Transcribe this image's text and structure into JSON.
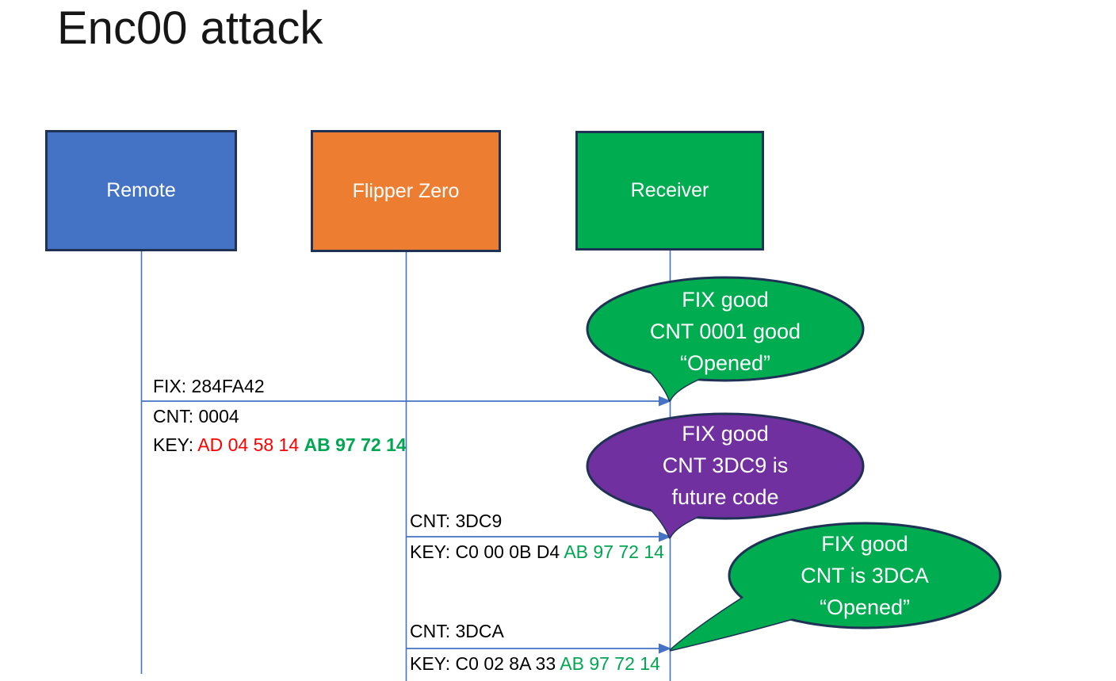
{
  "title": "Enc00 attack",
  "colors": {
    "actor_remote_fill": "#4472C4",
    "actor_flipper_fill": "#ED7D31",
    "actor_receiver_fill": "#00AC50",
    "callout_green_fill": "#00AC50",
    "callout_purple_fill": "#7030A0",
    "outline_navy": "#1F3255",
    "arrow_blue": "#4472C4",
    "key_red_text": "#FF0000",
    "key_green_text": "#00A651",
    "text_black": "#000000",
    "text_white": "#ffffff"
  },
  "actors": [
    {
      "id": "remote",
      "label": "Remote"
    },
    {
      "id": "flipper",
      "label": "Flipper Zero"
    },
    {
      "id": "receiver",
      "label": "Receiver"
    }
  ],
  "messages": [
    {
      "from": "Remote",
      "to": "Receiver",
      "fix_line": "FIX: 284FA42",
      "cnt_line": "CNT: 0004",
      "key_prefix": "KEY: ",
      "key_red": "AD 04 58 14 ",
      "key_green": "AB 97 72 14"
    },
    {
      "from": "Flipper Zero",
      "to": "Receiver",
      "cnt_line": "CNT: 3DC9",
      "key_prefix": "KEY: C0 00 0B D4 ",
      "key_green": "AB 97 72 14"
    },
    {
      "from": "Flipper Zero",
      "to": "Receiver",
      "cnt_line": "CNT: 3DCA",
      "key_prefix": "KEY: C0 02 8A 33 ",
      "key_green": "AB 97 72 14"
    }
  ],
  "callouts": [
    {
      "color": "#00AC50",
      "lines": [
        "FIX good",
        "CNT 0001 good",
        "“Opened”"
      ]
    },
    {
      "color": "#7030A0",
      "lines": [
        "FIX good",
        "CNT 3DC9 is",
        "future code"
      ]
    },
    {
      "color": "#00AC50",
      "lines": [
        "FIX good",
        "CNT is 3DCA",
        "“Opened”"
      ]
    }
  ]
}
